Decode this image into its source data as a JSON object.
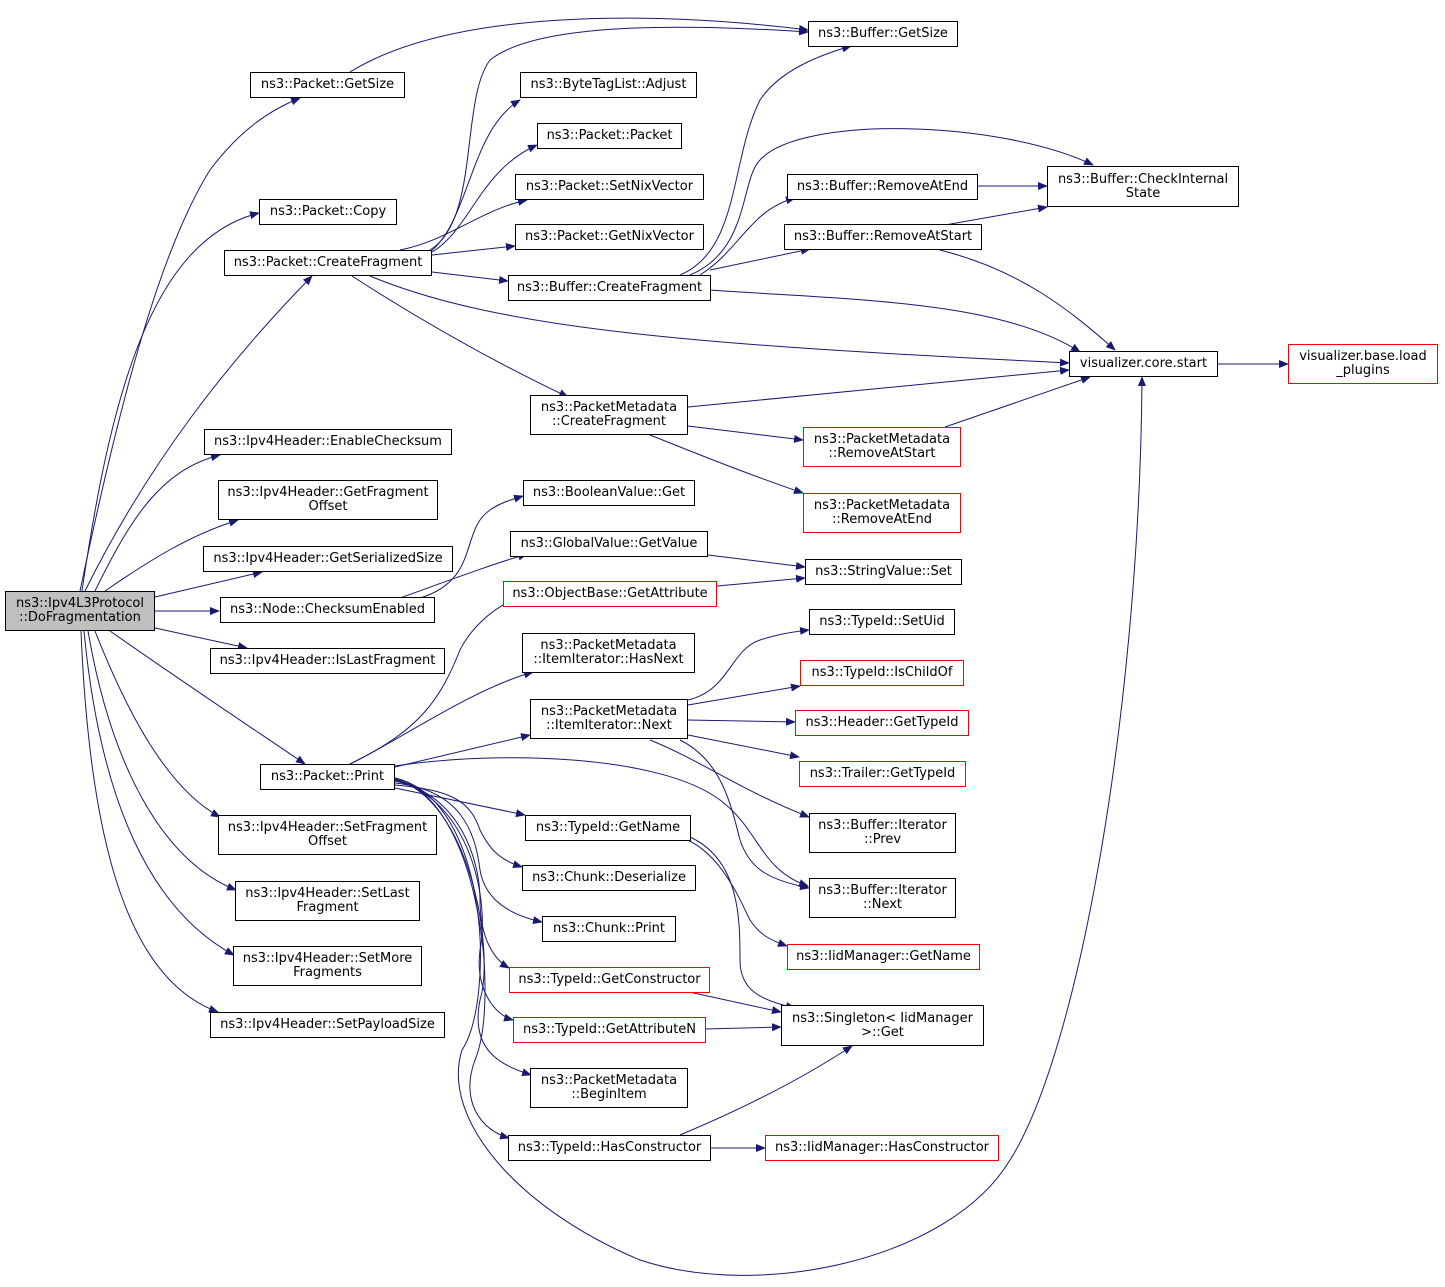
{
  "colors": {
    "edge": "#191970",
    "normal_border": "#000000",
    "red_border": "#ff0000",
    "root_fill": "#bfbfbf"
  },
  "nodes": {
    "root": {
      "l1": "ns3::Ipv4L3Protocol",
      "l2": "::DoFragmentation"
    },
    "packet_getsize": {
      "l1": "ns3::Packet::GetSize"
    },
    "packet_copy": {
      "l1": "ns3::Packet::Copy"
    },
    "packet_createfragment": {
      "l1": "ns3::Packet::CreateFragment"
    },
    "ipv4_enablechecksum": {
      "l1": "ns3::Ipv4Header::EnableChecksum"
    },
    "ipv4_getfragmentoffset": {
      "l1": "ns3::Ipv4Header::GetFragment",
      "l2": "Offset"
    },
    "ipv4_getserializedsize": {
      "l1": "ns3::Ipv4Header::GetSerializedSize"
    },
    "node_checksumenabled": {
      "l1": "ns3::Node::ChecksumEnabled"
    },
    "ipv4_islastfragment": {
      "l1": "ns3::Ipv4Header::IsLastFragment"
    },
    "packet_print": {
      "l1": "ns3::Packet::Print"
    },
    "ipv4_setfragmentoffset": {
      "l1": "ns3::Ipv4Header::SetFragment",
      "l2": "Offset"
    },
    "ipv4_setlastfragment": {
      "l1": "ns3::Ipv4Header::SetLast",
      "l2": "Fragment"
    },
    "ipv4_setmorefragments": {
      "l1": "ns3::Ipv4Header::SetMore",
      "l2": "Fragments"
    },
    "ipv4_setpayloadsize": {
      "l1": "ns3::Ipv4Header::SetPayloadSize"
    },
    "buffer_getsize": {
      "l1": "ns3::Buffer::GetSize"
    },
    "bytetaglist_adjust": {
      "l1": "ns3::ByteTagList::Adjust"
    },
    "packet_packet": {
      "l1": "ns3::Packet::Packet"
    },
    "packet_setnixvector": {
      "l1": "ns3::Packet::SetNixVector"
    },
    "packet_getnixvector": {
      "l1": "ns3::Packet::GetNixVector"
    },
    "buffer_createfragment": {
      "l1": "ns3::Buffer::CreateFragment"
    },
    "packetmetadata_createfragment": {
      "l1": "ns3::PacketMetadata",
      "l2": "::CreateFragment"
    },
    "booleanvalue_get": {
      "l1": "ns3::BooleanValue::Get"
    },
    "globalvalue_getvalue": {
      "l1": "ns3::GlobalValue::GetValue"
    },
    "objectbase_getattribute": {
      "l1": "ns3::ObjectBase::GetAttribute"
    },
    "itemiterator_hasnext": {
      "l1": "ns3::PacketMetadata",
      "l2": "::ItemIterator::HasNext"
    },
    "itemiterator_next": {
      "l1": "ns3::PacketMetadata",
      "l2": "::ItemIterator::Next"
    },
    "typeid_getname": {
      "l1": "ns3::TypeId::GetName"
    },
    "chunk_deserialize": {
      "l1": "ns3::Chunk::Deserialize"
    },
    "chunk_print": {
      "l1": "ns3::Chunk::Print"
    },
    "typeid_getconstructor": {
      "l1": "ns3::TypeId::GetConstructor"
    },
    "typeid_getattributen": {
      "l1": "ns3::TypeId::GetAttributeN"
    },
    "packetmetadata_beginitem": {
      "l1": "ns3::PacketMetadata",
      "l2": "::BeginItem"
    },
    "typeid_hasconstructor": {
      "l1": "ns3::TypeId::HasConstructor"
    },
    "buffer_removeatend": {
      "l1": "ns3::Buffer::RemoveAtEnd"
    },
    "buffer_removeatstart": {
      "l1": "ns3::Buffer::RemoveAtStart"
    },
    "buffer_checkinternalstate": {
      "l1": "ns3::Buffer::CheckInternal",
      "l2": "State"
    },
    "visualizer_core_start": {
      "l1": "visualizer.core.start"
    },
    "visualizer_base_load_plugins": {
      "l1": "visualizer.base.load",
      "l2": "_plugins"
    },
    "packetmetadata_removeatstart": {
      "l1": "ns3::PacketMetadata",
      "l2": "::RemoveAtStart"
    },
    "packetmetadata_removeatend": {
      "l1": "ns3::PacketMetadata",
      "l2": "::RemoveAtEnd"
    },
    "stringvalue_set": {
      "l1": "ns3::StringValue::Set"
    },
    "typeid_setuid": {
      "l1": "ns3::TypeId::SetUid"
    },
    "typeid_ischildof": {
      "l1": "ns3::TypeId::IsChildOf"
    },
    "header_gettypeid": {
      "l1": "ns3::Header::GetTypeId"
    },
    "trailer_gettypeid": {
      "l1": "ns3::Trailer::GetTypeId"
    },
    "bufferiterator_prev": {
      "l1": "ns3::Buffer::Iterator",
      "l2": "::Prev"
    },
    "bufferiterator_next": {
      "l1": "ns3::Buffer::Iterator",
      "l2": "::Next"
    },
    "iidmanager_getname": {
      "l1": "ns3::IidManager::GetName"
    },
    "singleton_iidmanager_get": {
      "l1": "ns3::Singleton< IidManager",
      "l2": ">::Get"
    },
    "iidmanager_hasconstructor": {
      "l1": "ns3::IidManager::HasConstructor"
    }
  }
}
